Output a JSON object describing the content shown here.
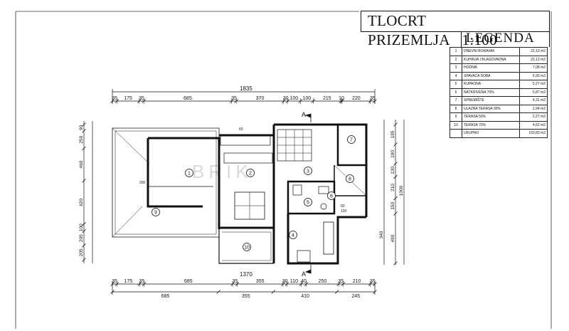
{
  "title": "TLOCRT PRIZEMLJA",
  "scale": "1:100",
  "legend": {
    "heading": "LEGENDA",
    "rows": [
      {
        "n": "1",
        "name": "DNEVNI BORAVAK",
        "area": "22,13 m2"
      },
      {
        "n": "2",
        "name": "KUHINJA I BLAGOVAONA",
        "area": "23,13 m2"
      },
      {
        "n": "3",
        "name": "HODNIK",
        "area": "7,08 m2"
      },
      {
        "n": "4",
        "name": "SPAVAĆA SOBA",
        "area": "6,93 m2"
      },
      {
        "n": "5",
        "name": "KUPAONA",
        "area": "5,27 m2"
      },
      {
        "n": "6",
        "name": "NATKRIVENA 70%",
        "area": "5,87 m2"
      },
      {
        "n": "7",
        "name": "SPREMIŠTE",
        "area": "4,31 m2"
      },
      {
        "n": "8",
        "name": "ULAZNA TERASA 30%",
        "area": "2,94 m2"
      },
      {
        "n": "9",
        "name": "TERASA 50%",
        "area": "2,27 m2"
      },
      {
        "n": "10",
        "name": "TERASA 70%",
        "area": "4,62 m2"
      }
    ],
    "total": {
      "name": "UKUPNO",
      "area": "103,83 m2"
    }
  },
  "dimensions": {
    "top_total": "1835",
    "top_chain": [
      "35",
      "175",
      "35",
      "685",
      "35",
      "370",
      "30",
      "100",
      "100",
      "215",
      "10",
      "220",
      "35"
    ],
    "bottom_total": "1370",
    "bottom_chain": [
      "35",
      "175",
      "35",
      "685",
      "35",
      "355",
      "30",
      "110",
      "40",
      "250",
      "35",
      "210",
      "35"
    ],
    "bottom_lower": [
      "685",
      "355",
      "410",
      "245"
    ],
    "left_chain": [
      "90",
      "250",
      "460",
      "620",
      "100",
      "205",
      "205"
    ],
    "right_chain": [
      "195",
      "190",
      "130",
      "210",
      "150",
      "490",
      "340",
      "1000"
    ]
  },
  "section_marks": {
    "top": "A",
    "bottom": "A"
  },
  "room_numbers": [
    "1",
    "2",
    "3",
    "4",
    "5",
    "6",
    "7",
    "8",
    "9",
    "10"
  ],
  "annotations": {
    "kitchen_counter": "60",
    "left_window": "200",
    "bath_a": "60",
    "bath_b": "120"
  },
  "watermark": "BRIK"
}
